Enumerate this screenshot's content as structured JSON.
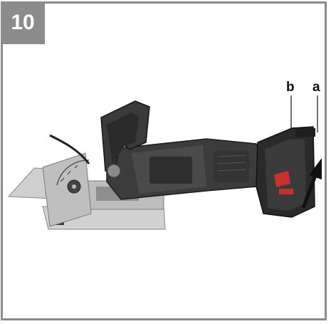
{
  "figure": {
    "number": "10",
    "callouts": {
      "a": "a",
      "b": "b"
    }
  },
  "illustration": {
    "subject": "cordless-biscuit-joiner-with-battery-pack",
    "arrow_direction": "up",
    "frame_color": "#8c8c8c",
    "tool_body_color": "#3a3a3a",
    "accent_color": "#c8302a",
    "metal_color": "#c9c9c9"
  }
}
